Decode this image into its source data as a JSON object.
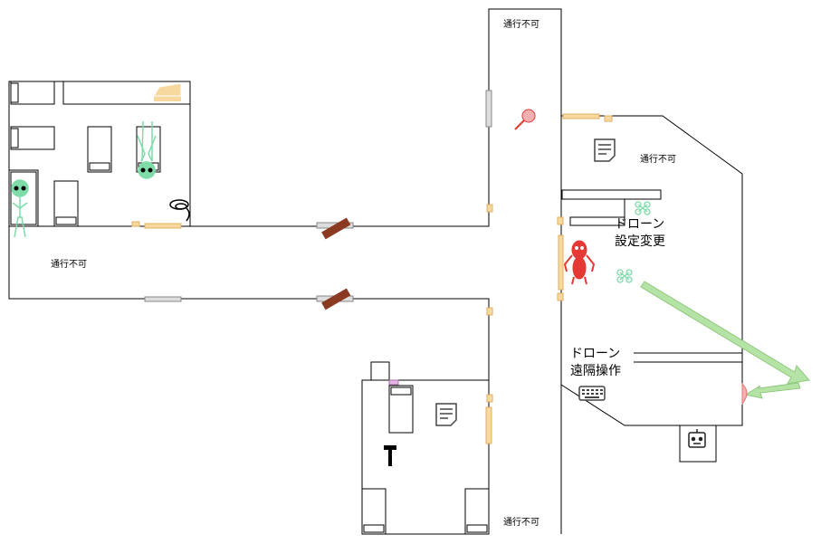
{
  "labels": {
    "impassable_top": "通行不可",
    "impassable_right_room": "通行不可",
    "impassable_left": "通行不可",
    "impassable_bottom": "通行不可",
    "drone_settings_line1": "ドローン",
    "drone_settings_line2": "設定変更",
    "drone_remote_line1": "ドローン",
    "drone_remote_line2": "遠隔操作"
  },
  "colors": {
    "wall": "#000000",
    "door_open": "#f7d9a0",
    "door_open_stroke": "#e0b060",
    "door_closed": "#dddddd",
    "door_broken": "#8b3a22",
    "alien": "#7ddca8",
    "enemy": "#e53935",
    "arrow": "#b5e3a5",
    "bed": "#ffffff"
  },
  "icons": [
    "bed-icon",
    "alien-icon",
    "crate-icon",
    "rope-icon",
    "key-icon",
    "note-icon",
    "drone-icon",
    "red-creature-icon",
    "keyboard-icon",
    "robot-terminal-icon",
    "hammer-icon",
    "arrow-icon"
  ]
}
